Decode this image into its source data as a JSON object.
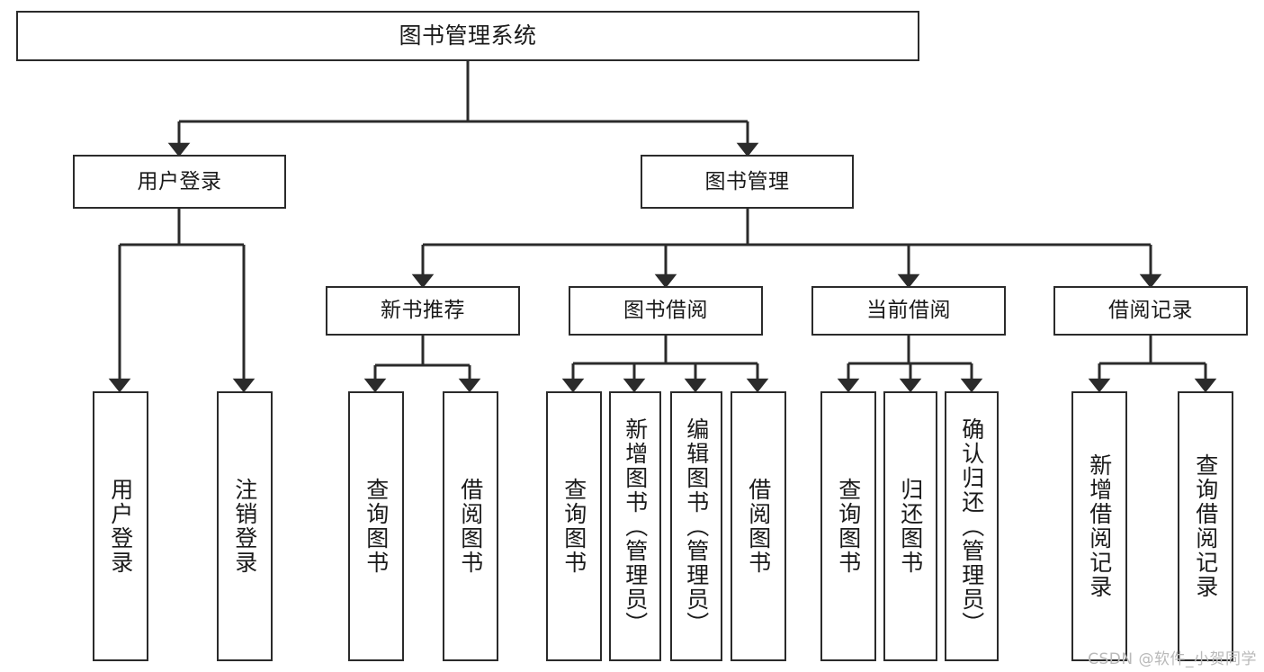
{
  "diagram": {
    "title": "图书管理系统",
    "type": "tree-hierarchy",
    "watermark": "CSDN @软件_小贺同学",
    "colors": {
      "background": "#ffffff",
      "box_border": "#2b2b2b",
      "box_fill": "#ffffff",
      "text": "#1a1a1a",
      "connector": "#2b2b2b",
      "watermark": "#b9b9b9"
    },
    "root": {
      "label": "图书管理系统"
    },
    "level2": [
      {
        "label": "用户登录"
      },
      {
        "label": "图书管理"
      }
    ],
    "level3": [
      {
        "label": "新书推荐"
      },
      {
        "label": "图书借阅"
      },
      {
        "label": "当前借阅"
      },
      {
        "label": "借阅记录"
      }
    ],
    "leaves": {
      "user_login": [
        {
          "label": "用户登录"
        },
        {
          "label": "注销登录"
        }
      ],
      "new_book": [
        {
          "label": "查询图书"
        },
        {
          "label": "借阅图书"
        }
      ],
      "book_borrow": [
        {
          "label": "查询图书"
        },
        {
          "label": "新增图书（管理员）"
        },
        {
          "label": "编辑图书（管理员）"
        },
        {
          "label": "借阅图书"
        }
      ],
      "current_borrow": [
        {
          "label": "查询图书"
        },
        {
          "label": "归还图书"
        },
        {
          "label": "确认归还（管理员）"
        }
      ],
      "borrow_record": [
        {
          "label": "新增借阅记录"
        },
        {
          "label": "查询借阅记录"
        }
      ]
    }
  }
}
